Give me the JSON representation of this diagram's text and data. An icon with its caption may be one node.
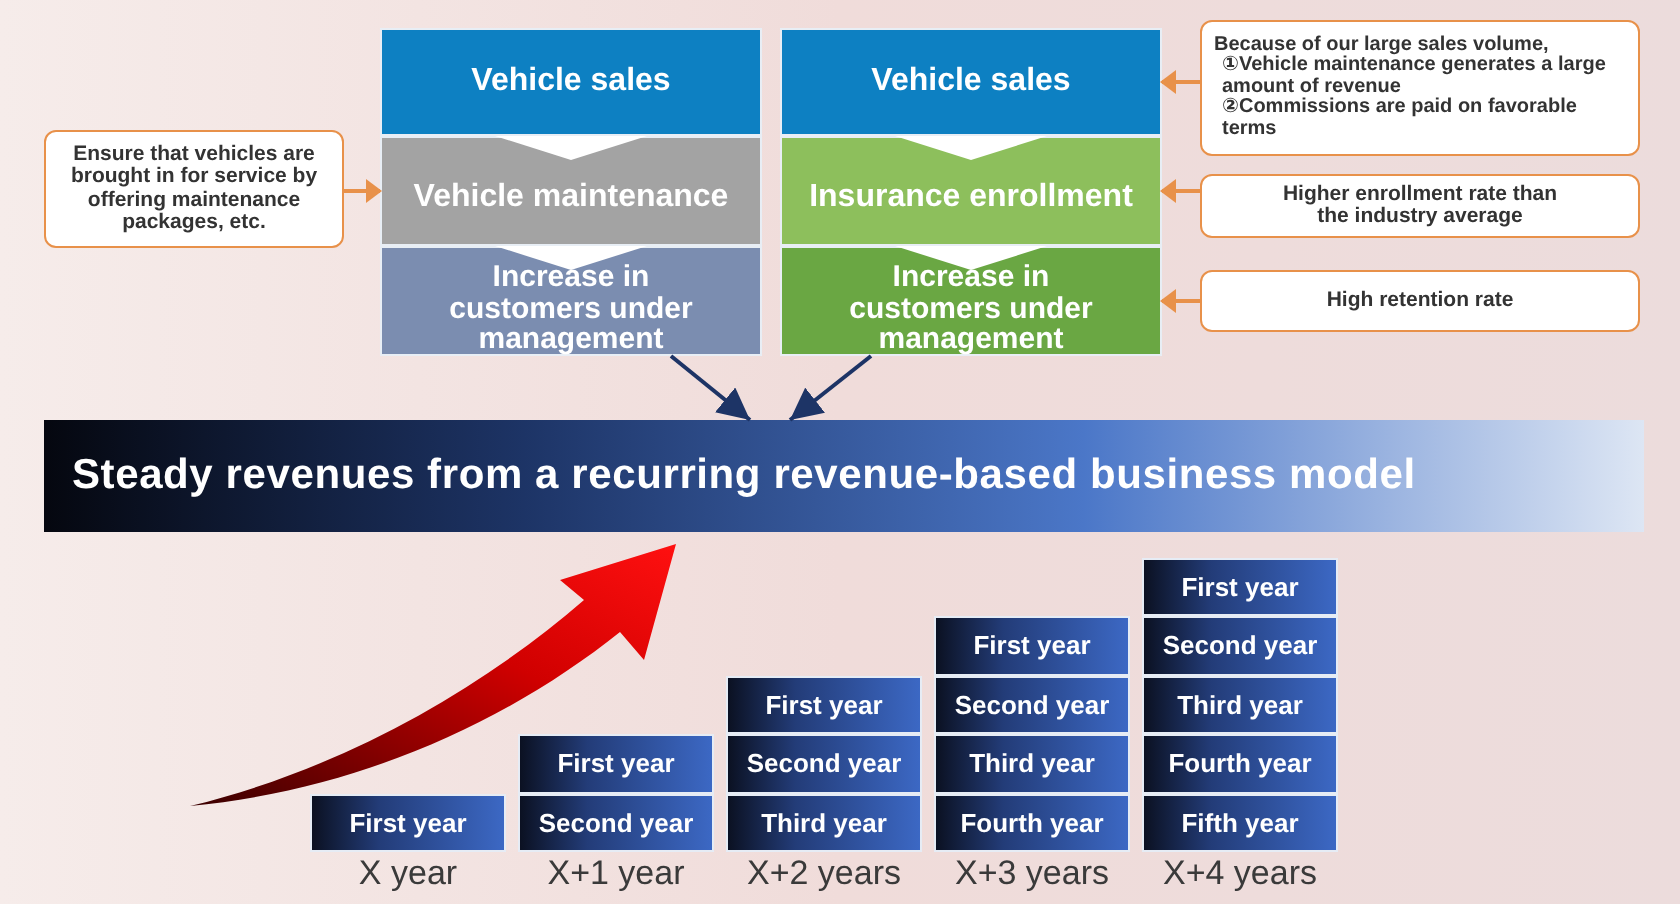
{
  "diagram": {
    "nodes": [
      {
        "text": [
          "Vehicle sales"
        ]
      },
      {
        "text": [
          "Vehicle maintenance"
        ]
      },
      {
        "text": [
          "Increase in customers under management"
        ]
      },
      {
        "text": [
          "Vehicle sales"
        ]
      },
      {
        "text": [
          "Insurance enrollment"
        ]
      },
      {
        "text": [
          "Increase in customers under management"
        ]
      },
      {
        "text": [
          "Ensure that vehicles are brought in for service by offering maintenance packages, etc."
        ]
      },
      {
        "text": [
          "Because of our large sales volume,",
          "①Vehicle maintenance generates a large amount of revenue",
          "②Commissions are paid on favorable terms"
        ]
      },
      {
        "text": [
          "Higher enrollment rate than the industry average"
        ]
      },
      {
        "text": [
          "High retention rate"
        ]
      },
      {
        "text": [
          "Steady revenues from a recurring revenue-based business model"
        ]
      },
      {
        "text": [
          "First year"
        ]
      },
      {
        "text": [
          "First year"
        ]
      },
      {
        "text": [
          "Second year"
        ]
      },
      {
        "text": [
          "First year"
        ]
      },
      {
        "text": [
          "Second year"
        ]
      },
      {
        "text": [
          "Third year"
        ]
      },
      {
        "text": [
          "First year"
        ]
      },
      {
        "text": [
          "Second year"
        ]
      },
      {
        "text": [
          "Third year"
        ]
      },
      {
        "text": [
          "Fourth year"
        ]
      },
      {
        "text": [
          "First year"
        ]
      },
      {
        "text": [
          "Second year"
        ]
      },
      {
        "text": [
          "Third year"
        ]
      },
      {
        "text": [
          "Fourth year"
        ]
      },
      {
        "text": [
          "Fifth year"
        ]
      }
    ],
    "edges": [
      {
        "from": 0,
        "to": 1,
        "arrow": "to"
      },
      {
        "from": 1,
        "to": 2,
        "arrow": "to"
      },
      {
        "from": 3,
        "to": 4,
        "arrow": "to"
      },
      {
        "from": 4,
        "to": 5,
        "arrow": "to"
      },
      {
        "from": 2,
        "to": 10,
        "arrow": "to",
        "color": "#1d3466"
      },
      {
        "from": 5,
        "to": 10,
        "arrow": "to",
        "color": "#1d3466"
      },
      {
        "from": 6,
        "to": 1,
        "arrow": "to"
      },
      {
        "from": 7,
        "to": 3,
        "arrow": "to"
      },
      {
        "from": 8,
        "to": 4,
        "arrow": "to"
      },
      {
        "from": 9,
        "to": 5,
        "arrow": "to"
      }
    ],
    "labels": [
      "X year",
      "X+1 year",
      "X+2 years",
      "X+3 years",
      "X+4 years"
    ]
  }
}
